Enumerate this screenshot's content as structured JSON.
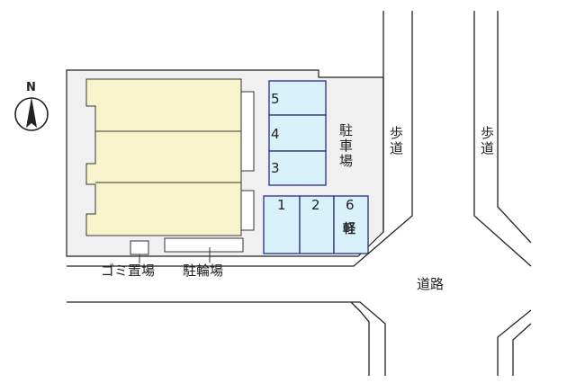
{
  "compass": {
    "north_label": "N"
  },
  "parking": {
    "label": "駐車場",
    "spaces_vertical": [
      "5",
      "4",
      "3"
    ],
    "spaces_horizontal": [
      "1",
      "2",
      "6"
    ],
    "kei_label": "軽"
  },
  "labels": {
    "garbage": "ゴミ置場",
    "bicycle": "駐輪場",
    "sidewalk_left": "歩道",
    "sidewalk_right": "歩道",
    "road": "道路"
  },
  "colors": {
    "building": "#f7f4cc",
    "parking": "#d8f1fb",
    "parking_border": "#2a2f86",
    "site": "#f0f0f0",
    "line": "#222222"
  }
}
